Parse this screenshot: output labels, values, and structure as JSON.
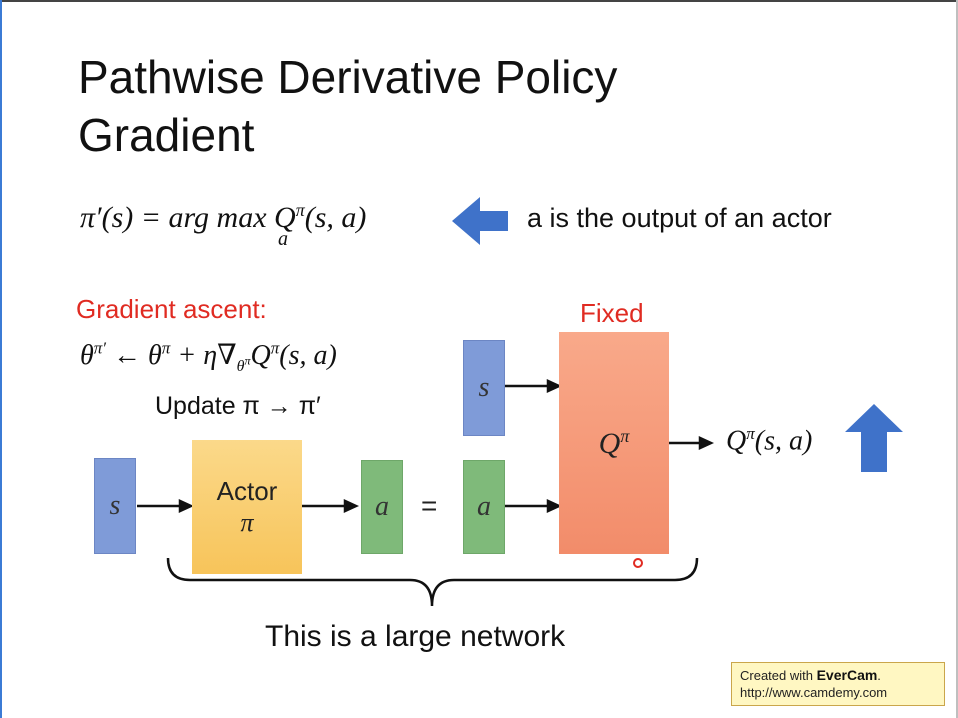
{
  "slide": {
    "title_line1": "Pathwise Derivative Policy",
    "title_line2": "Gradient",
    "equation_main": "π′(s) = arg max Q",
    "equation_main_sup": "π",
    "equation_main_tail": "(s, a)",
    "equation_main_sub": "a",
    "equation_note": "a is the output of an actor",
    "gradient_label": "Gradient ascent:",
    "gradient_eq": "θ",
    "gradient_eq_sup1": "π′",
    "gradient_eq_mid": " ← θ",
    "gradient_eq_sup2": "π",
    "gradient_eq_mid2": " + η∇",
    "gradient_eq_sub": "θ",
    "gradient_eq_subsup": "π",
    "gradient_eq_tail": "Q",
    "gradient_eq_tail_sup": "π",
    "gradient_eq_tail2": "(s, a)",
    "update_text": "Update π → π′",
    "fixed_label": "Fixed"
  },
  "network": {
    "state_input": "s",
    "actor_label": "Actor",
    "actor_symbol": "π",
    "action_output": "a",
    "equals": "=",
    "action_input": "a",
    "state_input_q": "s",
    "q_label": "Q",
    "q_label_sup": "π",
    "q_output": "Q",
    "q_output_sup": "π",
    "q_output_tail": "(s, a)",
    "brace_caption": "This is a large network"
  },
  "watermark": {
    "created_with": "Created with ",
    "brand": "EverCam",
    "url": "http://www.camdemy.com"
  },
  "colors": {
    "blue_box": "#7f9bd8",
    "green_box": "#7fba7a",
    "actor_box": "#f7c45a",
    "q_box": "#f28c6a",
    "arrow_blue": "#3f72c9",
    "red_text": "#e02b22"
  }
}
